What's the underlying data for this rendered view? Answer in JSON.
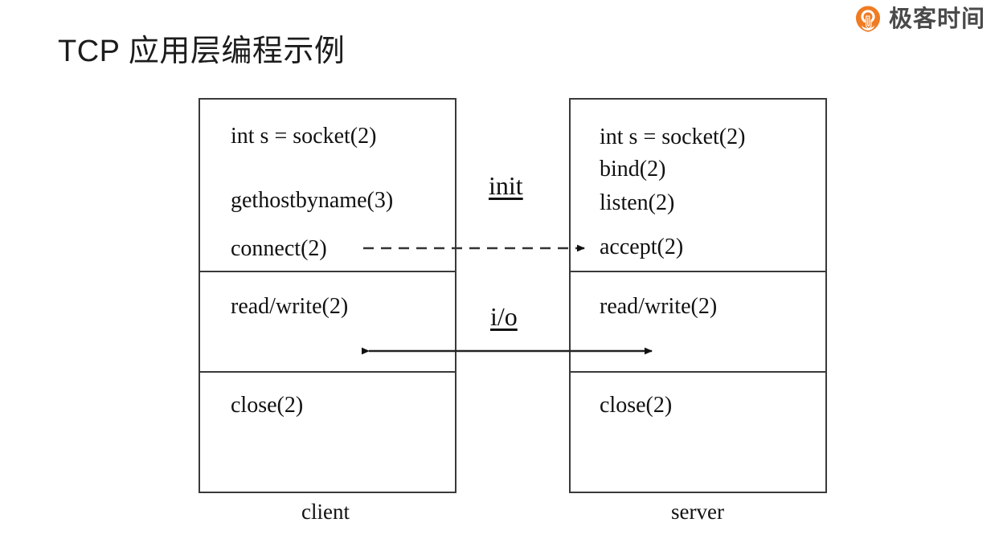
{
  "brand": {
    "name": "极客时间",
    "logo_icon": "geektime-circle-logo-icon",
    "accent_color": "#F07B22"
  },
  "slide": {
    "title": "TCP 应用层编程示例",
    "background_color": "#FFFFFF",
    "line_color": "#3A3A3A",
    "text_color": "#111111"
  },
  "diagram": {
    "type": "sequence-stack",
    "columns": [
      {
        "id": "client",
        "caption": "client",
        "sections": [
          {
            "id": "init",
            "lines": [
              "int s = socket(2)",
              "gethostbyname(3)",
              "connect(2)"
            ]
          },
          {
            "id": "io",
            "lines": [
              "read/write(2)"
            ]
          },
          {
            "id": "close",
            "lines": [
              "close(2)"
            ]
          }
        ]
      },
      {
        "id": "server",
        "caption": "server",
        "sections": [
          {
            "id": "init",
            "lines": [
              "int s = socket(2)",
              "bind(2)",
              "listen(2)",
              "accept(2)"
            ]
          },
          {
            "id": "io",
            "lines": [
              "read/write(2)"
            ]
          },
          {
            "id": "close",
            "lines": [
              "close(2)"
            ]
          }
        ]
      }
    ],
    "flows": [
      {
        "id": "init",
        "label": "init",
        "style": "dashed",
        "direction": "client-to-server"
      },
      {
        "id": "io",
        "label": "i/o",
        "style": "solid",
        "direction": "bidirectional"
      }
    ]
  }
}
